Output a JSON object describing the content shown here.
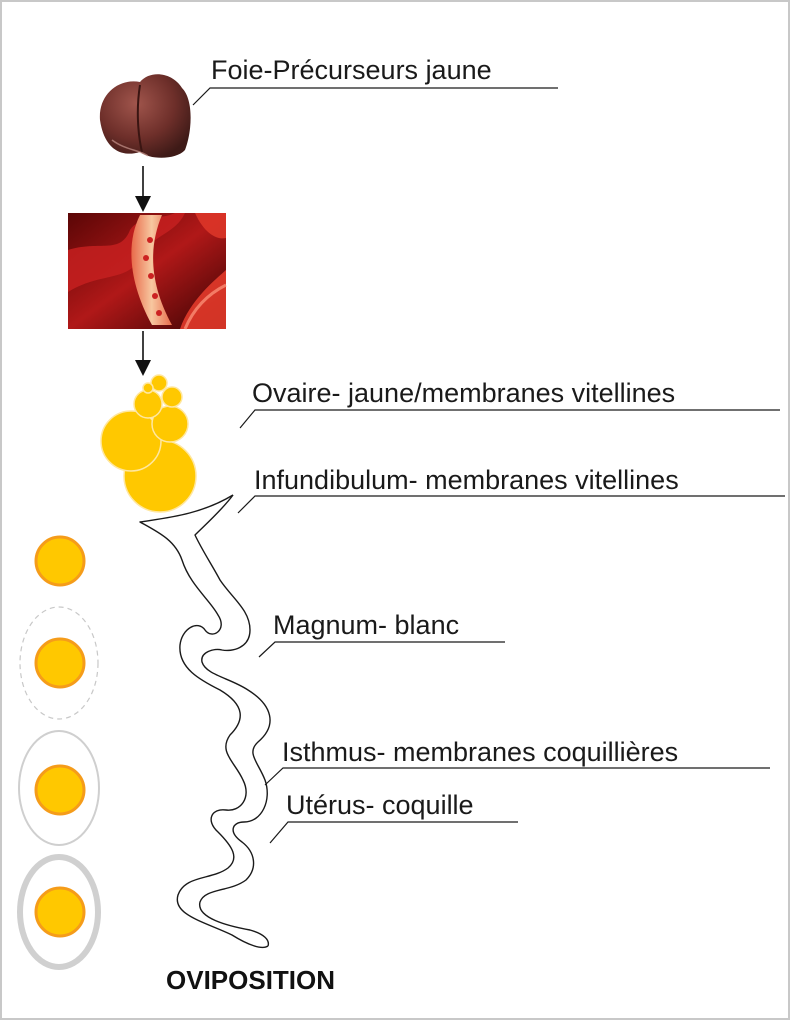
{
  "labels": {
    "liver": "Foie-Précurseurs jaune",
    "ovary": "Ovaire- jaune/membranes vitellines",
    "infundibulum": "Infundibulum- membranes vitellines",
    "magnum": "Magnum- blanc",
    "isthmus": "Isthmus- membranes coquillières",
    "uterus": "Utérus- coquille"
  },
  "footer": {
    "oviposition": "OVIPOSITION"
  },
  "colors": {
    "yolk": "#ffc800",
    "yolk_stroke": "#f5a623",
    "egg_yolk_outline": "#f59c1a",
    "liver": "#6e2f2a",
    "artery": "#c81f1f",
    "shell": "#d0d0d0"
  }
}
